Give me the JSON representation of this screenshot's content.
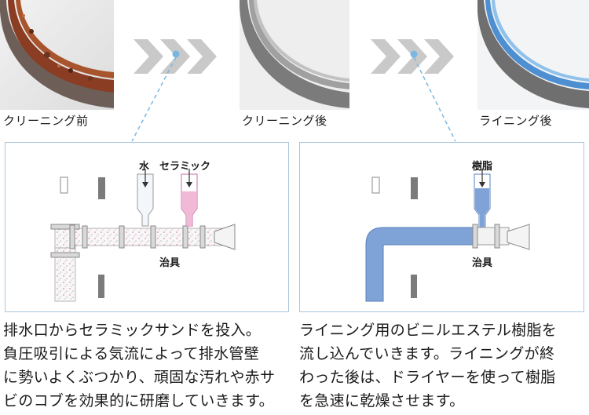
{
  "stages": [
    {
      "label": "クリーニング前"
    },
    {
      "label": "クリーニング後"
    },
    {
      "label": "ライニング後"
    }
  ],
  "left_diagram": {
    "input_water": "水",
    "input_ceramic": "セラミック",
    "fixture": "治具"
  },
  "right_diagram": {
    "input_resin": "樹脂",
    "fixture": "治具"
  },
  "descriptions": {
    "left": "排水口からセラミックサンドを投入。\n負圧吸引による気流によって排水管壁\nに勢いよくぶつかり、頑固な汚れや赤サ\nビのコブを効果的に研磨していきます。",
    "right": "ライニング用のビニルエステル樹脂を\n流し込んでいきます。ライニングが終\nわった後は、ドライヤーを使って樹脂\nを急速に乾燥させます。"
  },
  "colors": {
    "panel_border": "#a9c6dc",
    "resin_blue": "#7fa3d6",
    "ceramic_pink": "#f2b9d7",
    "chevron_gray": "#c9c9c9",
    "dash_blue": "#7ab7e0"
  }
}
